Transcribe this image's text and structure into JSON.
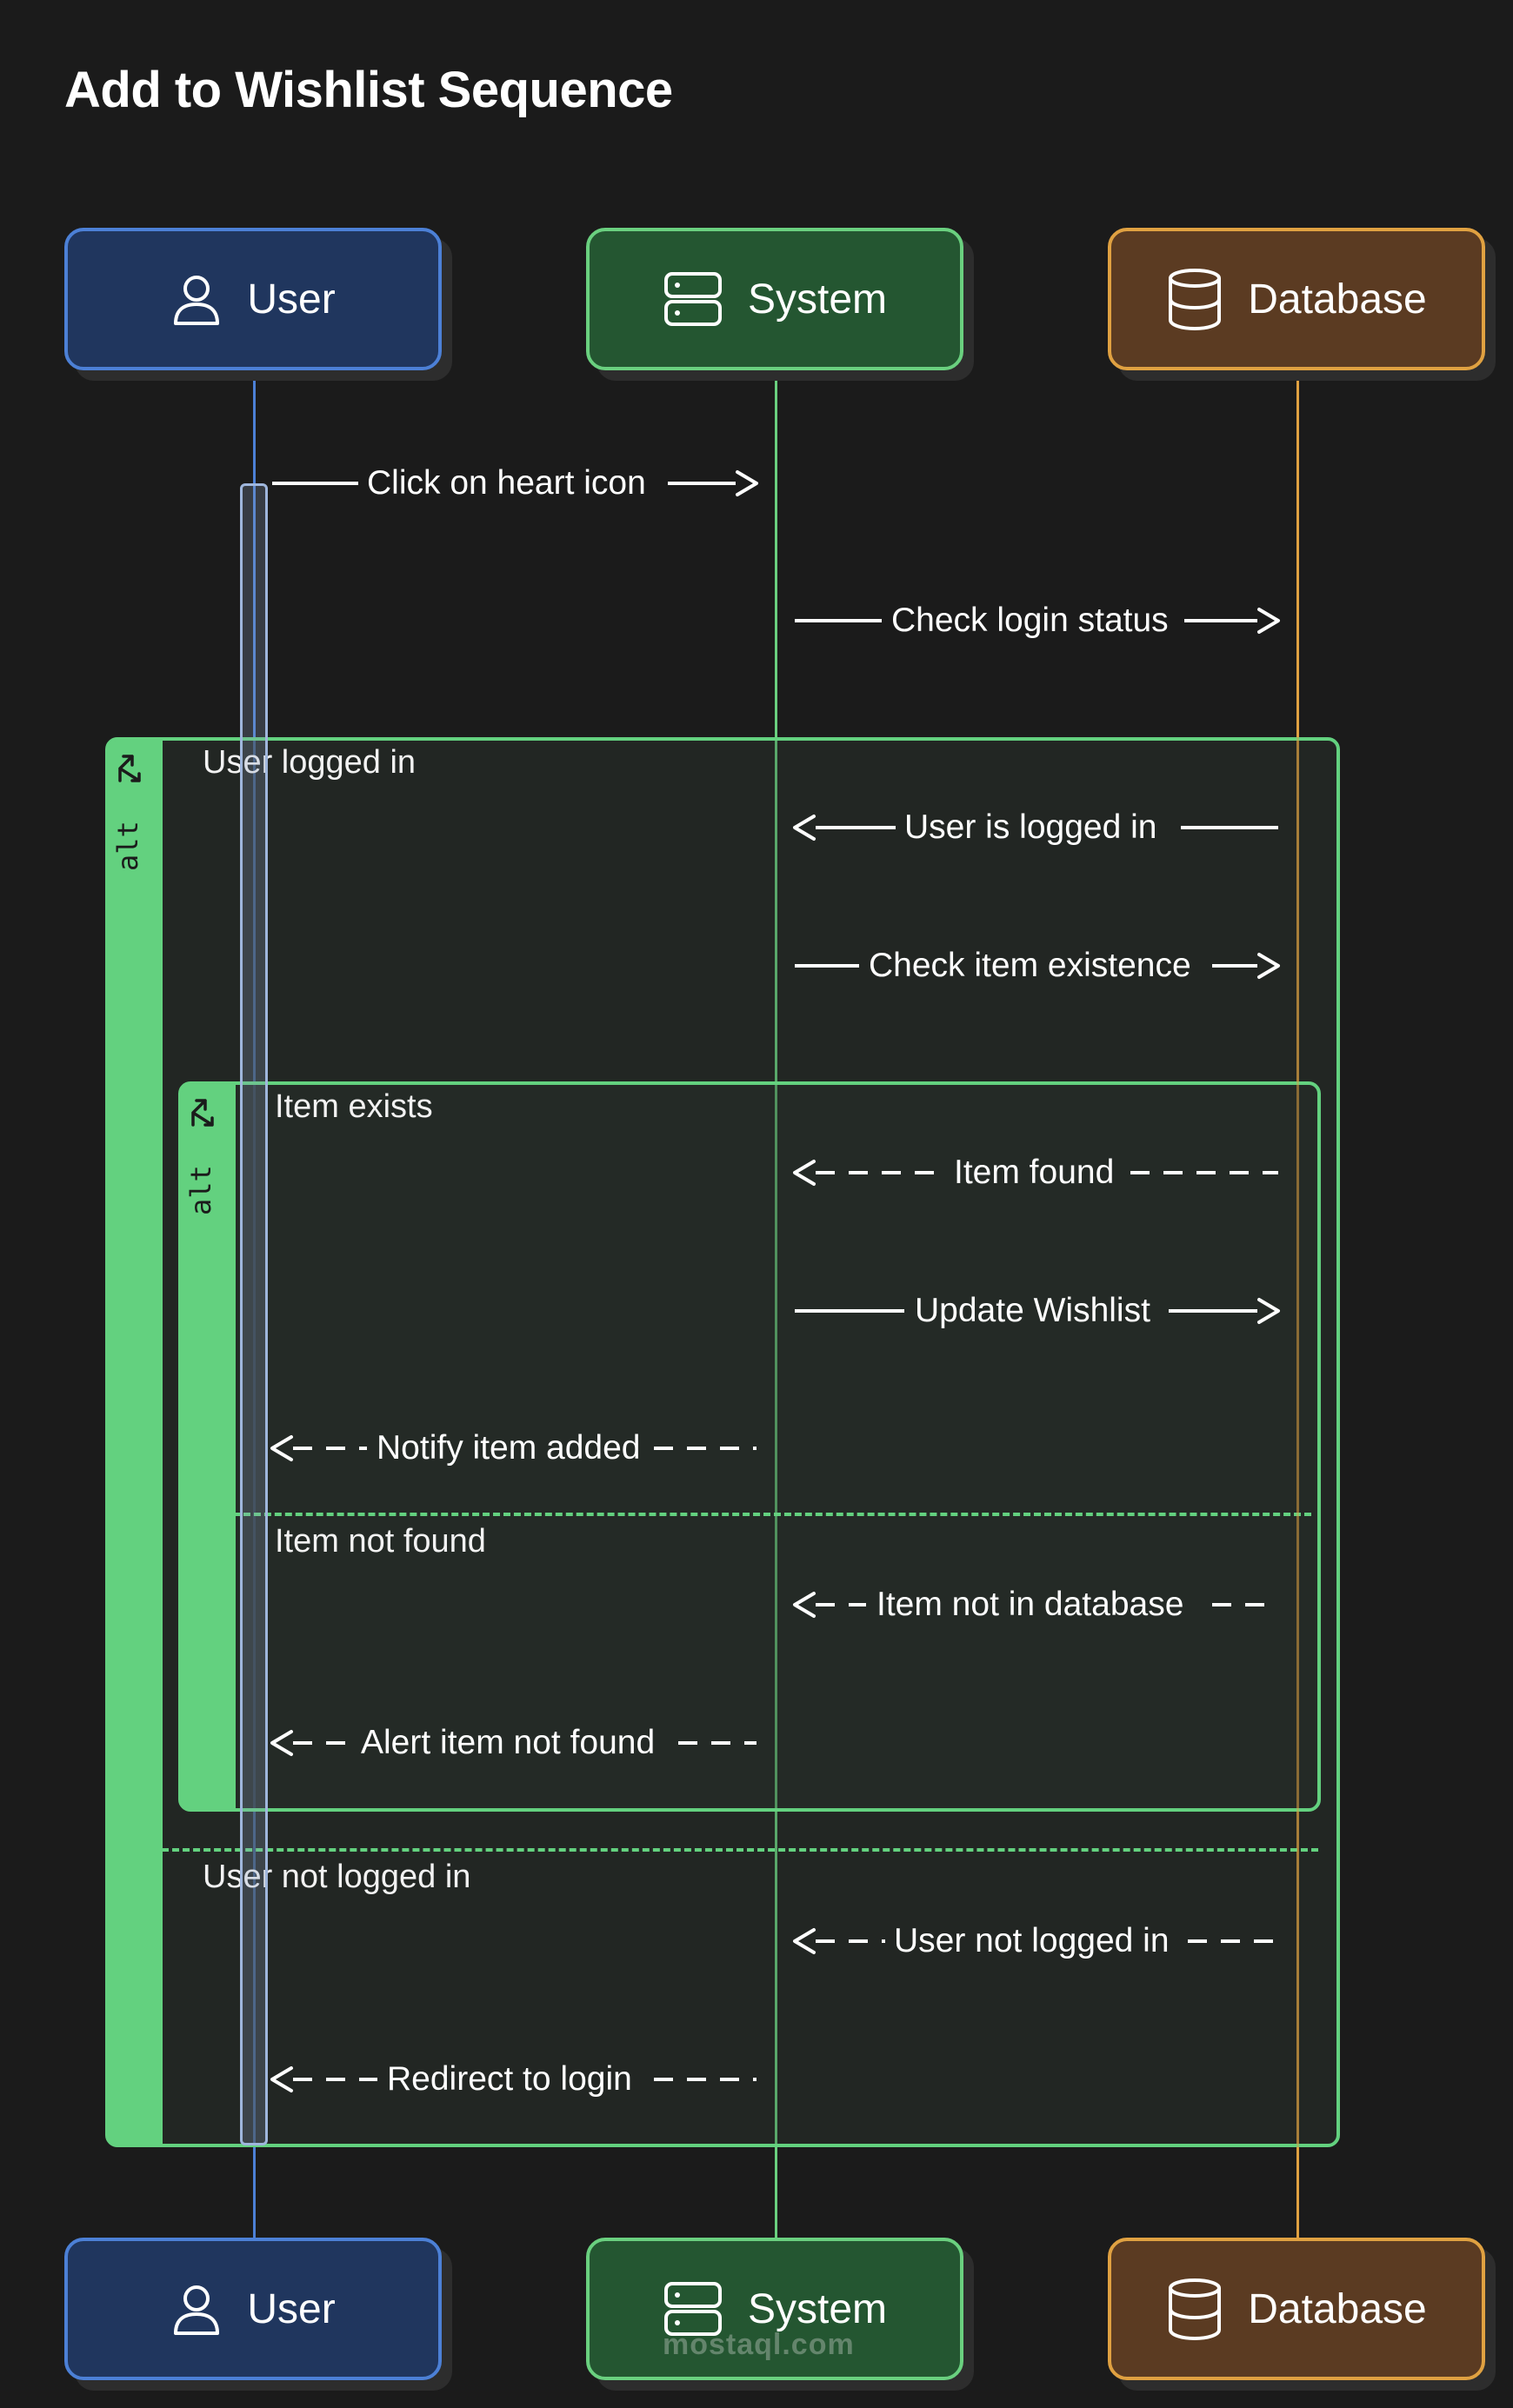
{
  "title": "Add to Wishlist Sequence",
  "participants": [
    {
      "id": "user",
      "label": "User",
      "icon": "user-icon",
      "color": "#4c80d6"
    },
    {
      "id": "system",
      "label": "System",
      "icon": "server-icon",
      "color": "#6ad07f"
    },
    {
      "id": "db",
      "label": "Database",
      "icon": "database-icon",
      "color": "#e0a141"
    }
  ],
  "frames": {
    "outer": {
      "type": "alt",
      "guard_1": "User logged in",
      "guard_2": "User not logged in"
    },
    "inner": {
      "type": "alt",
      "guard_1": "Item exists",
      "guard_2": "Item not found"
    }
  },
  "messages": [
    {
      "id": "m1",
      "text": "Click on heart icon",
      "from": "user",
      "to": "system",
      "style": "solid"
    },
    {
      "id": "m2",
      "text": "Check login status",
      "from": "system",
      "to": "db",
      "style": "solid"
    },
    {
      "id": "m3",
      "text": "User is logged in",
      "from": "db",
      "to": "system",
      "style": "solid"
    },
    {
      "id": "m4",
      "text": "Check item existence",
      "from": "system",
      "to": "db",
      "style": "solid"
    },
    {
      "id": "m5",
      "text": "Item found",
      "from": "db",
      "to": "system",
      "style": "dashed"
    },
    {
      "id": "m6",
      "text": "Update Wishlist",
      "from": "system",
      "to": "db",
      "style": "solid"
    },
    {
      "id": "m7",
      "text": "Notify item added",
      "from": "system",
      "to": "user",
      "style": "dashed"
    },
    {
      "id": "m8",
      "text": "Item not in database",
      "from": "db",
      "to": "system",
      "style": "dashed"
    },
    {
      "id": "m9",
      "text": "Alert item not found",
      "from": "system",
      "to": "user",
      "style": "dashed"
    },
    {
      "id": "m10",
      "text": "User not logged in",
      "from": "db",
      "to": "system",
      "style": "dashed"
    },
    {
      "id": "m11",
      "text": "Redirect to login",
      "from": "system",
      "to": "user",
      "style": "dashed"
    }
  ],
  "watermark": "mostaql.com"
}
